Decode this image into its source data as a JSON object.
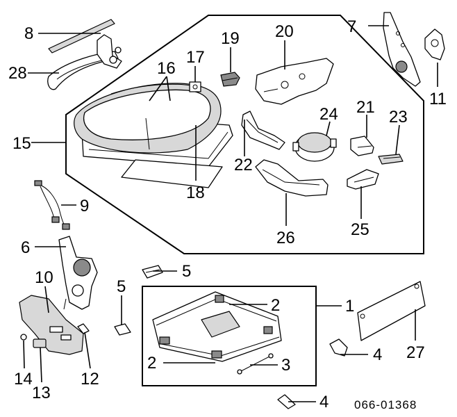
{
  "diagram": {
    "reference_code": "066-01368",
    "callouts": {
      "c1": "1",
      "c2a": "2",
      "c2b": "2",
      "c3": "3",
      "c4a": "4",
      "c4b": "4",
      "c5a": "5",
      "c5b": "5",
      "c6": "6",
      "c7": "7",
      "c8": "8",
      "c9": "9",
      "c10": "10",
      "c11": "11",
      "c12": "12",
      "c13": "13",
      "c14": "14",
      "c15": "15",
      "c16": "16",
      "c17": "17",
      "c18": "18",
      "c19": "19",
      "c20": "20",
      "c21": "21",
      "c22": "22",
      "c23": "23",
      "c24": "24",
      "c25": "25",
      "c26": "26",
      "c27": "27",
      "c28": "28"
    }
  }
}
